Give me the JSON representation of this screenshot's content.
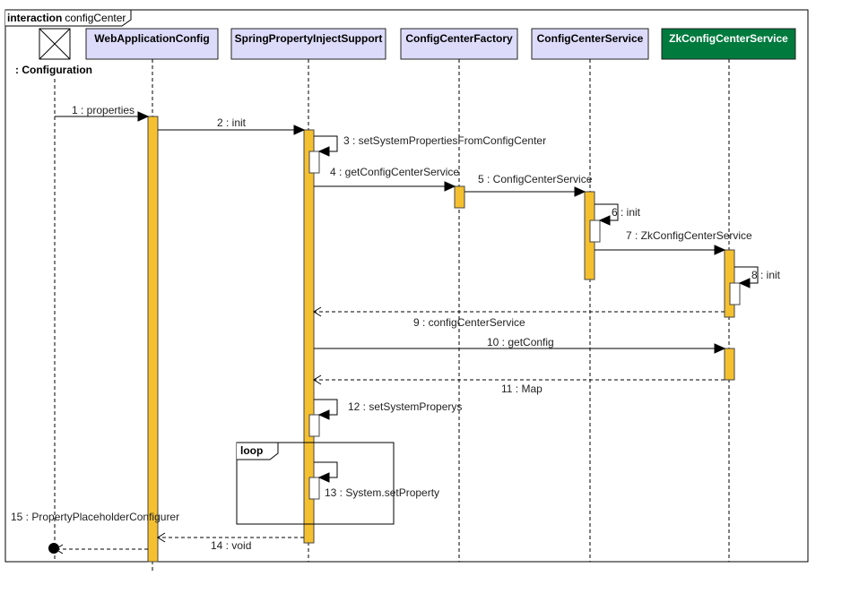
{
  "frame": {
    "keyword": "interaction",
    "name": "configCenter"
  },
  "actor": {
    "label": ": Configuration",
    "icon": "actor-box-icon"
  },
  "participants": [
    {
      "label": "WebApplicationConfig",
      "highlight": false
    },
    {
      "label": "SpringPropertyInjectSupport",
      "highlight": false
    },
    {
      "label": "ConfigCenterFactory",
      "highlight": false
    },
    {
      "label": "ConfigCenterService",
      "highlight": false
    },
    {
      "label": "ZkConfigCenterService",
      "highlight": true
    }
  ],
  "messages": [
    {
      "label": "1 : properties"
    },
    {
      "label": "2 : init"
    },
    {
      "label": "3 : setSystemPropertiesFromConfigCenter"
    },
    {
      "label": "4 : getConfigCenterService"
    },
    {
      "label": "5 : ConfigCenterService"
    },
    {
      "label": "6 : init"
    },
    {
      "label": "7 : ZkConfigCenterService"
    },
    {
      "label": "8 : init"
    },
    {
      "label": "9 : configCenterService"
    },
    {
      "label": "10 : getConfig"
    },
    {
      "label": "11 : Map"
    },
    {
      "label": "12 : setSystemProperys"
    },
    {
      "label": "13 : System.setProperty"
    },
    {
      "label": "14 : void"
    },
    {
      "label": "15 : PropertyPlaceholderConfigurer"
    }
  ],
  "fragments": [
    {
      "keyword": "loop"
    }
  ],
  "colors": {
    "participant_fill": "#dcdcfa",
    "participant_highlight_fill": "#007a3d",
    "participant_highlight_text": "#ffffff",
    "activation_fill": "#f5c030",
    "activation_stroke": "#444444",
    "line": "#000000"
  }
}
